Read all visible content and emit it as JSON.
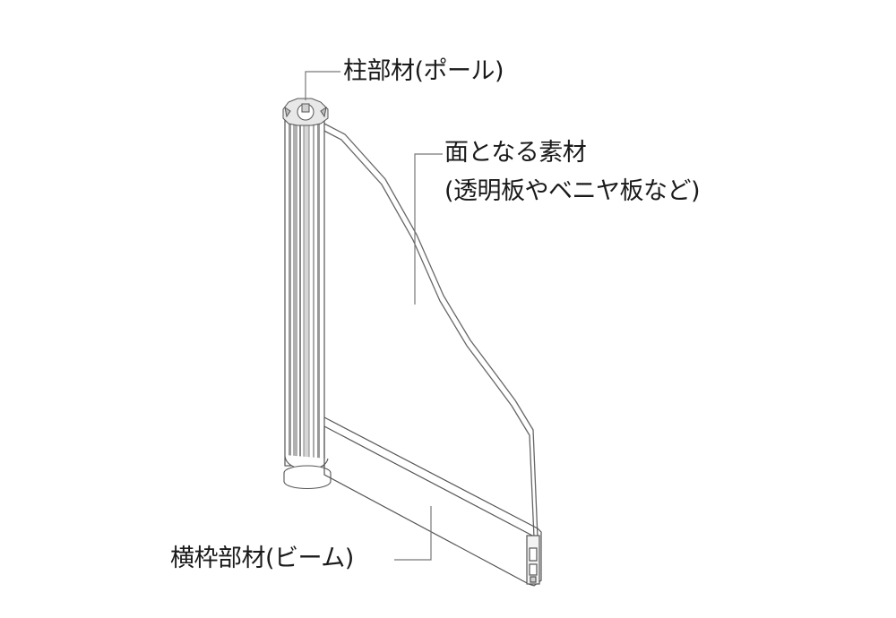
{
  "diagram": {
    "type": "exploded-component-illustration",
    "labels": {
      "pole": "柱部材(ポール)",
      "panel_line1": "面となる素材",
      "panel_line2": "(透明板やベニヤ板など)",
      "beam": "横枠部材(ビーム)"
    },
    "colors": {
      "line": "#555555",
      "leader": "#777777",
      "fill_light": "#d8d8d8",
      "fill_mid": "#a8a8a8",
      "background": "#ffffff"
    }
  }
}
